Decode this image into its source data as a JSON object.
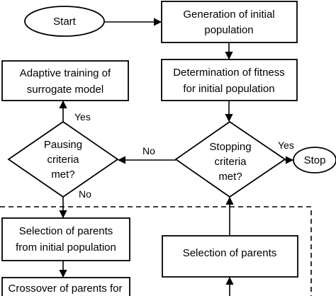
{
  "nodes": {
    "start": "Start",
    "generation": [
      "Generation of initial",
      "population"
    ],
    "fitness": [
      "Determination of fitness",
      "for initial population"
    ],
    "adaptive": [
      "Adaptive training of",
      "surrogate model"
    ],
    "pausing": [
      "Pausing",
      "criteria",
      "met?"
    ],
    "stopping": [
      "Stopping",
      "criteria",
      "met?"
    ],
    "stop": "Stop",
    "selection_initial": [
      "Selection of parents",
      "from initial population"
    ],
    "selection": "Selection of parents",
    "crossover": "Crossover of parents for"
  },
  "edge_labels": {
    "stopping_yes": "Yes",
    "stopping_no": "No",
    "pausing_yes": "Yes",
    "pausing_no": "No"
  }
}
